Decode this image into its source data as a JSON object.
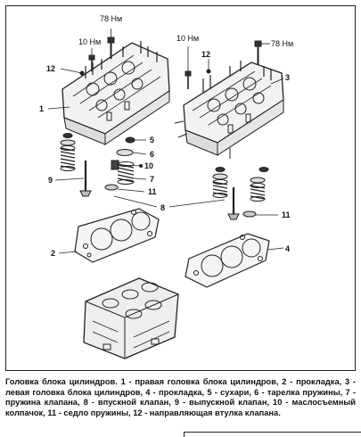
{
  "callouts": {
    "torque_left": "78 Нм",
    "torque_right": "78 Нм",
    "torque10_left": "10 Нм",
    "torque10_right": "10 Нм",
    "n1": "1",
    "n2": "2",
    "n3": "3",
    "n4": "4",
    "n5": "5",
    "n6": "6",
    "n7": "7",
    "n8": "8",
    "n9": "9",
    "n10": "10",
    "n11a": "11",
    "n11b": "11",
    "n12a": "12",
    "n12b": "12"
  },
  "caption": "Головка блока цилиндров. 1 - правая головка блока цилиндров, 2 - прокладка, 3 - левая головка блока цилиндров, 4 - прокладка, 5 - сухари, 6 - тарелка пружины, 7 - пружина клапана, 8 - впускной клапан, 9 - выпускной клапан, 10 - маслосъемный колпачок, 11 - седло пружины, 12 - направляющая втулка клапана."
}
